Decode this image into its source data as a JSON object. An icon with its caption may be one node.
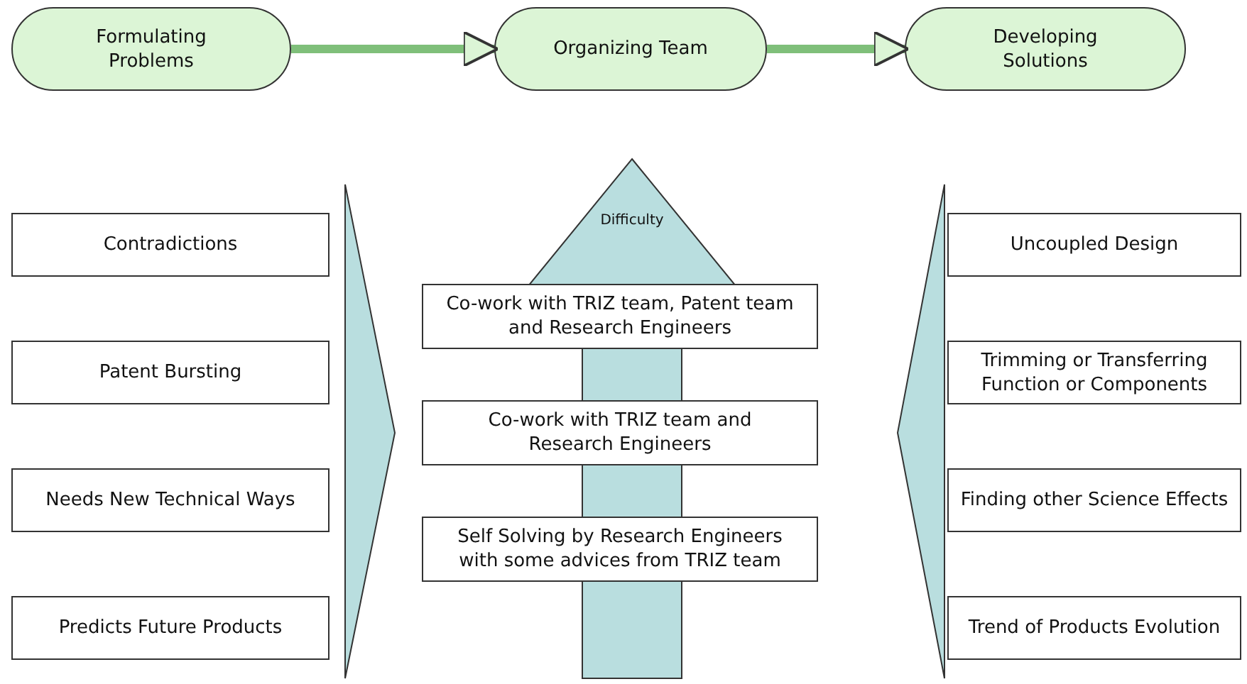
{
  "diagram": {
    "nodes": [
      {
        "text": [
          "Formulating Problems"
        ]
      },
      {
        "text": [
          "Organizing Team"
        ]
      },
      {
        "text": [
          "Developing Solutions"
        ]
      },
      {
        "text": [
          "Contradictions"
        ]
      },
      {
        "text": [
          "Patent Bursting"
        ]
      },
      {
        "text": [
          "Needs New Technical Ways"
        ]
      },
      {
        "text": [
          "Predicts Future Products"
        ]
      },
      {
        "text": [
          "Difficulty"
        ]
      },
      {
        "text": [
          "Co-work with TRIZ team, Patent team and Research Engineers"
        ]
      },
      {
        "text": [
          "Co-work with TRIZ team and Research Engineers"
        ]
      },
      {
        "text": [
          "Self Solving by Research Engineers with some advices from TRIZ team"
        ]
      },
      {
        "text": [
          "Uncoupled Design"
        ]
      },
      {
        "text": [
          "Trimming or Transferring Function or Components"
        ]
      },
      {
        "text": [
          "Finding other Science Effects"
        ]
      },
      {
        "text": [
          "Trend of Products Evolution"
        ]
      },
      {
        "text": [],
        "shape": "triangle"
      },
      {
        "text": [],
        "shape": "triangle"
      }
    ],
    "edges": [
      {
        "from": 0,
        "to": 1,
        "arrow": "to"
      },
      {
        "from": 1,
        "to": 2,
        "arrow": "to"
      }
    ]
  }
}
